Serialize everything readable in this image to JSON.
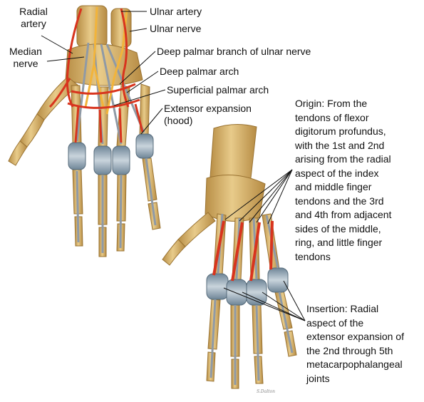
{
  "labels": {
    "radial_artery": [
      "Radial",
      "artery"
    ],
    "median_nerve": [
      "Median",
      "nerve"
    ],
    "ulnar_artery": "Ulnar artery",
    "ulnar_nerve": "Ulnar nerve",
    "deep_palmar_branch": "Deep palmar branch of ulnar nerve",
    "deep_palmar_arch": "Deep palmar arch",
    "superficial_palmar_arch": "Superficial palmar arch",
    "extensor_expansion": [
      "Extensor expansion",
      "(hood)"
    ]
  },
  "origin_text": [
    "Origin: From the",
    "tendons of flexor",
    "digitorum profundus,",
    "with the 1st and 2nd",
    "arising from the radial",
    "aspect of the index",
    "and middle finger",
    "tendons and the 3rd",
    "and 4th from adjacent",
    "sides of the middle,",
    "ring, and little finger",
    "tendons"
  ],
  "insertion_text": [
    "Insertion: Radial",
    "aspect of the",
    "extensor expansion of",
    "the 2nd through 5th",
    "metacarpophalangeal",
    "joints"
  ],
  "artist_signature": "S.Dalton",
  "colors": {
    "bone": "#D9B56F",
    "bone_shadow": "#A77F39",
    "artery": "#D8341E",
    "nerve": "#F2B43A",
    "tendon": "#9FA9B4",
    "hood": "#8BA3B4"
  }
}
